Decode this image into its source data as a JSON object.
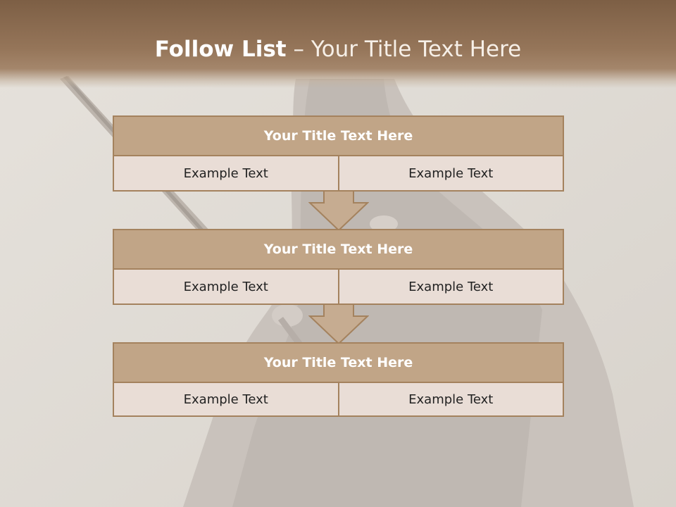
{
  "slide": {
    "title_bold": "Follow List",
    "title_rest": " – Your Title Text Here"
  },
  "blocks": [
    {
      "title": "Your Title Text Here",
      "left_text": "Example Text",
      "right_text": "Example Text"
    },
    {
      "title": "Your Title Text Here",
      "left_text": "Example Text",
      "right_text": "Example Text"
    },
    {
      "title": "Your Title Text Here",
      "left_text": "Example Text",
      "right_text": "Example Text"
    }
  ],
  "colors": {
    "header": "#8b6b4f",
    "box_title": "#c1a587",
    "box_border": "#a4825e",
    "box_cell": "#e8ddd6",
    "arrow": "#c6ac91"
  }
}
